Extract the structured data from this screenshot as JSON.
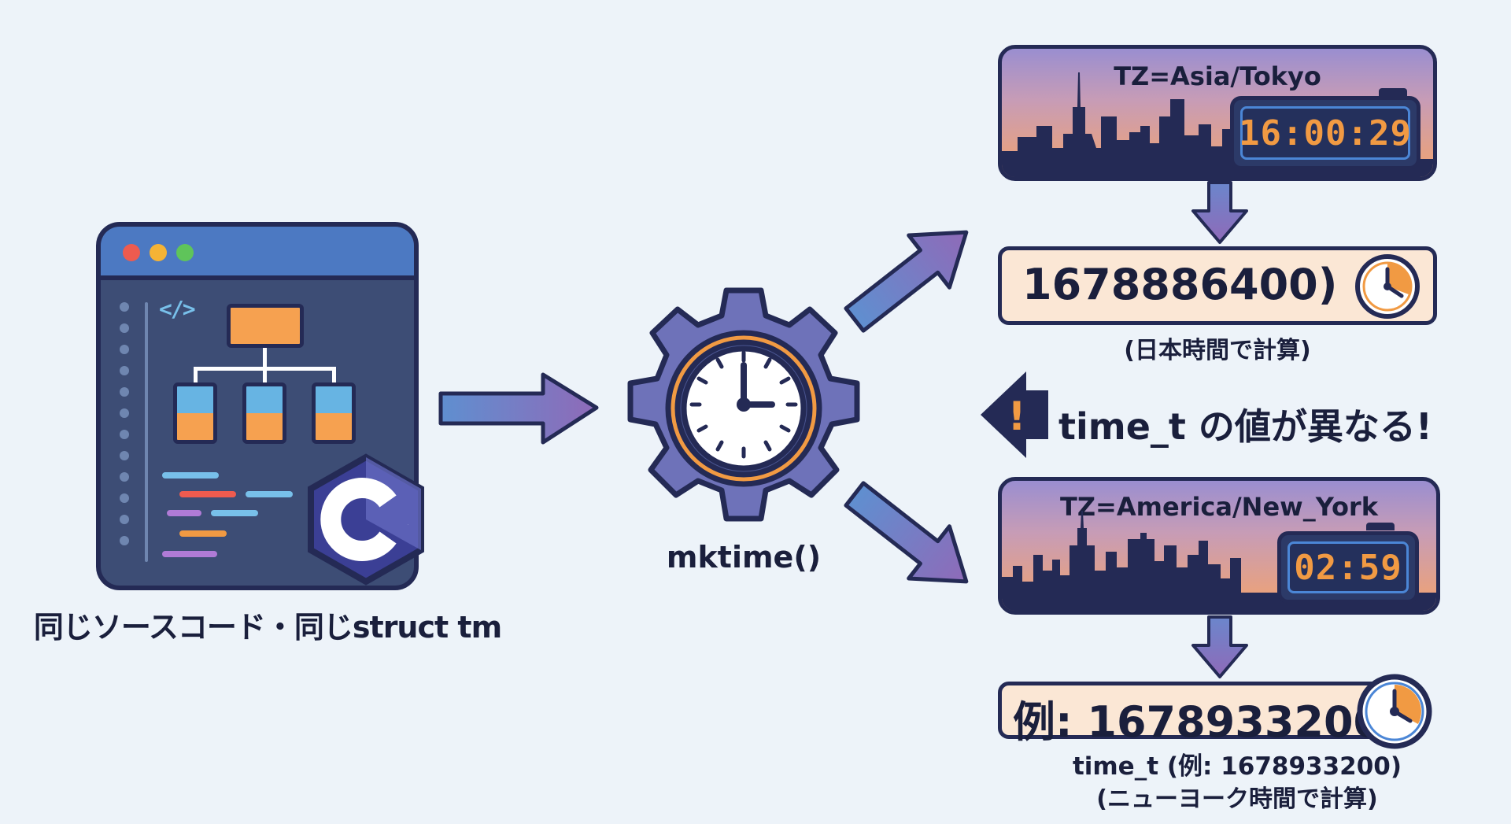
{
  "source": {
    "caption": "同じソースコード・同じstruct tm",
    "code_tag": "</>",
    "language_logo": "C"
  },
  "function": {
    "label": "mktime()"
  },
  "tokyo": {
    "timezone": "TZ=Asia/Tokyo",
    "clock_time": "16:00:29",
    "timestamp": "1678886400)",
    "note": "(日本時間で計算)"
  },
  "new_york": {
    "timezone": "TZ=America/New_York",
    "clock_time": "02:59",
    "timestamp": "例: 1678933200",
    "note_line1": "time_t (例: 1678933200)",
    "note_line2": "(ニューヨーク時間で計算)"
  },
  "warning": {
    "symbol": "!",
    "text": "time_t の値が異なる!"
  },
  "colors": {
    "navy": "#242a55",
    "window_blue": "#4c79c2",
    "orange": "#f19a43",
    "arrow_blue": "#5f8fd0",
    "arrow_purple": "#8f6ab8",
    "timestamp_bg": "#fbe7d5",
    "background": "#edf3f9"
  },
  "icons": [
    "code-window-icon",
    "c-language-icon",
    "gear-icon",
    "analog-clock-icon",
    "digital-clock-icon",
    "skyline-icon",
    "warning-icon",
    "arrow-icon"
  ]
}
